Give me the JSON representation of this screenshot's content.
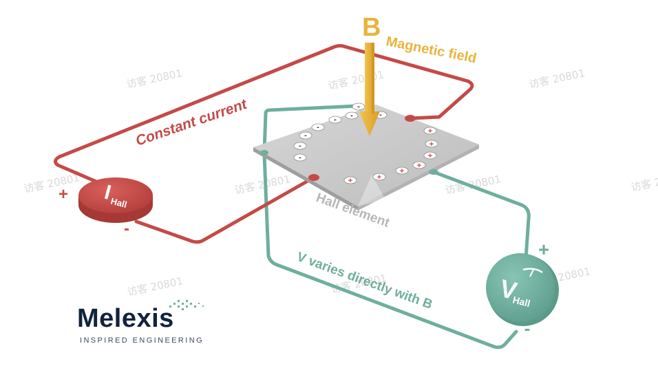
{
  "labels": {
    "field_symbol": "B",
    "field_label": "Magnetic field",
    "current_label": "Constant current",
    "element_label": "Hall element",
    "voltage_label": "V varies directly with B",
    "current_meter_main": "I",
    "current_meter_sub": "Hall",
    "voltage_meter_main": "V",
    "voltage_meter_sub": "Hall",
    "plus": "+",
    "minus": "-"
  },
  "watermark": "访客 20801",
  "logo": {
    "name": "Melexis",
    "tagline": "INSPIRED ENGINEERING"
  },
  "charges": {
    "negative": "-",
    "positive": "+"
  },
  "colors": {
    "current_wire": "#c54a47",
    "voltage_wire": "#6fae9e",
    "field_arrow": "#e9b43d",
    "plate": "#cdcdcd"
  }
}
